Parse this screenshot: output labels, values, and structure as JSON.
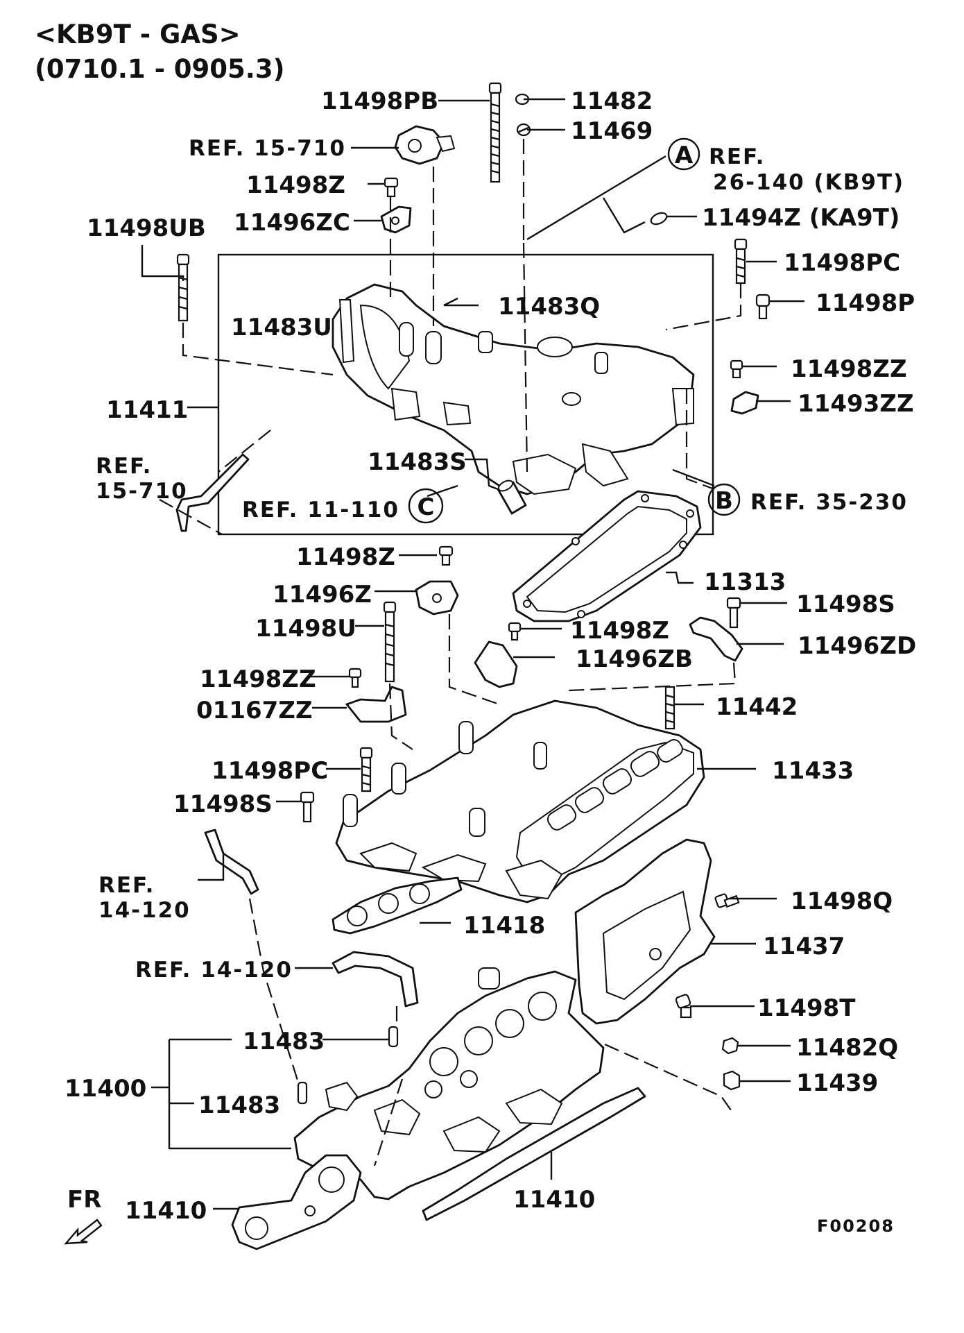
{
  "header": {
    "model": "<KB9T - GAS>",
    "range": "(0710.1 - 0905.3)"
  },
  "figure_code": "F00208",
  "front_arrow": "FR",
  "callouts": {
    "A": "A",
    "B": "B",
    "C": "C"
  },
  "refs": {
    "ref_15_710_top": "REF. 15-710",
    "ref_word": "REF.",
    "ref_26_140": "26-140 (KB9T)",
    "ref_15_710_left_line2": "15-710",
    "ref_11_110": "REF. 11-110",
    "ref_35_230": "REF. 35-230",
    "ref_14_120_line2": "14-120",
    "ref_14_120_mid": "REF. 14-120"
  },
  "parts": {
    "p11498PB": "11498PB",
    "p11482": "11482",
    "p11469": "11469",
    "p11498Z_a": "11498Z",
    "p11496ZC": "11496ZC",
    "p11494Z": "11494Z (KA9T)",
    "p11498UB": "11498UB",
    "p11498PC_a": "11498PC",
    "p11483Q": "11483Q",
    "p11498P": "11498P",
    "p11483U": "11483U",
    "p11498ZZ_a": "11498ZZ",
    "p11411": "11411",
    "p11493ZZ": "11493ZZ",
    "p11483S": "11483S",
    "p11498Z_b": "11498Z",
    "p11313": "11313",
    "p11496Z": "11496Z",
    "p11498S_a": "11498S",
    "p11498U": "11498U",
    "p11498Z_c": "11498Z",
    "p11496ZD": "11496ZD",
    "p11496ZB": "11496ZB",
    "p11498ZZ_b": "11498ZZ",
    "p01167ZZ": "01167ZZ",
    "p11442": "11442",
    "p11433": "11433",
    "p11498PC_b": "11498PC",
    "p11498S_b": "11498S",
    "p11498Q": "11498Q",
    "p11418": "11418",
    "p11437": "11437",
    "p11498T": "11498T",
    "p11483_a": "11483",
    "p11482Q": "11482Q",
    "p11400": "11400",
    "p11439": "11439",
    "p11483_b": "11483",
    "p11410_a": "11410",
    "p11410_b": "11410"
  }
}
